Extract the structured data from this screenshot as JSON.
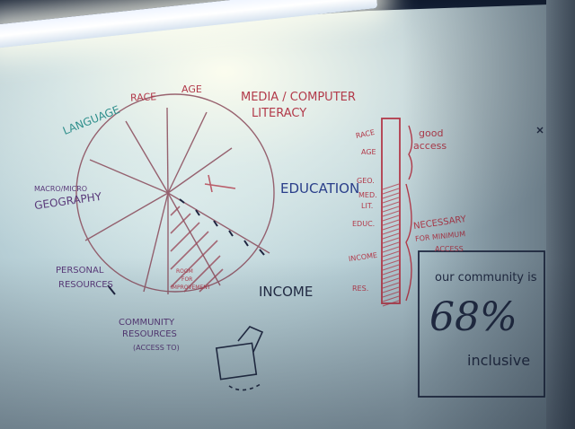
{
  "whiteboard": {
    "pie_labels": {
      "race": "RACE",
      "age": "AGE",
      "language": "LANGUAGE",
      "media": "MEDIA / COMPUTER",
      "literacy": "LITERACY",
      "geo_small": "MACRO/MICRO",
      "geography": "GEOGRAPHY",
      "education": "EDUCATION",
      "personal": "PERSONAL",
      "resources": "RESOURCES",
      "income": "INCOME",
      "community": "COMMUNITY",
      "community_res": "RESOURCES",
      "access": "(ACCESS TO)",
      "room": "ROOM",
      "for": "FOR",
      "improvement": "IMPROVEMENT"
    },
    "bar_labels": {
      "race": "RACE",
      "age": "AGE",
      "geo": "GEO.",
      "med": "MED.",
      "lit": "LIT.",
      "educ": "EDUC.",
      "income": "INCOME",
      "res": "RES."
    },
    "brackets": {
      "good1": "good",
      "good2": "access",
      "nec1": "NECESSARY",
      "nec2": "FOR MINIMUM",
      "nec3": "ACCESS"
    },
    "callout": {
      "line1": "our community is",
      "percent": "68%",
      "line3": "inclusive"
    },
    "inclusive_fraction": 0.68,
    "colors": {
      "red": "#b23a4a",
      "purple": "#5a3a7a",
      "blue": "#2a3f8a",
      "teal": "#2f8f8c",
      "dark": "#222b44"
    }
  }
}
